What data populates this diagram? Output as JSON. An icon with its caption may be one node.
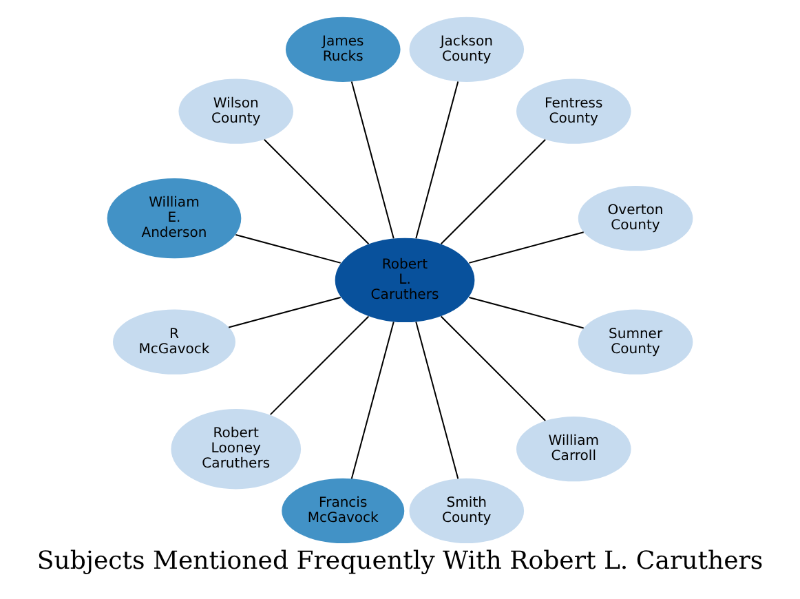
{
  "diagram": {
    "title": "Subjects Mentioned Frequently With Robert L. Caruthers",
    "nodes": [
      {
        "text": [
          "Overton County"
        ]
      },
      {
        "text": [
          "Fentress County"
        ]
      },
      {
        "text": [
          "Jackson County"
        ]
      },
      {
        "text": [
          "James Rucks"
        ]
      },
      {
        "text": [
          "Wilson County"
        ]
      },
      {
        "text": [
          "William E. Anderson"
        ]
      },
      {
        "text": [
          "Robert L. Caruthers"
        ]
      },
      {
        "text": [
          "R McGavock"
        ]
      },
      {
        "text": [
          "Robert Looney Caruthers"
        ]
      },
      {
        "text": [
          "Francis McGavock"
        ]
      },
      {
        "text": [
          "Smith County"
        ]
      },
      {
        "text": [
          "William Carroll"
        ]
      },
      {
        "text": [
          "Sumner County"
        ]
      }
    ],
    "edges": [
      {
        "from": 6,
        "to": 0,
        "arrow": "none"
      },
      {
        "from": 6,
        "to": 1,
        "arrow": "none"
      },
      {
        "from": 6,
        "to": 2,
        "arrow": "none"
      },
      {
        "from": 6,
        "to": 3,
        "arrow": "none"
      },
      {
        "from": 6,
        "to": 4,
        "arrow": "none"
      },
      {
        "from": 6,
        "to": 5,
        "arrow": "none"
      },
      {
        "from": 6,
        "to": 7,
        "arrow": "none"
      },
      {
        "from": 6,
        "to": 8,
        "arrow": "none"
      },
      {
        "from": 6,
        "to": 9,
        "arrow": "none"
      },
      {
        "from": 6,
        "to": 10,
        "arrow": "none"
      },
      {
        "from": 6,
        "to": 11,
        "arrow": "none"
      },
      {
        "from": 6,
        "to": 12,
        "arrow": "none"
      }
    ]
  }
}
